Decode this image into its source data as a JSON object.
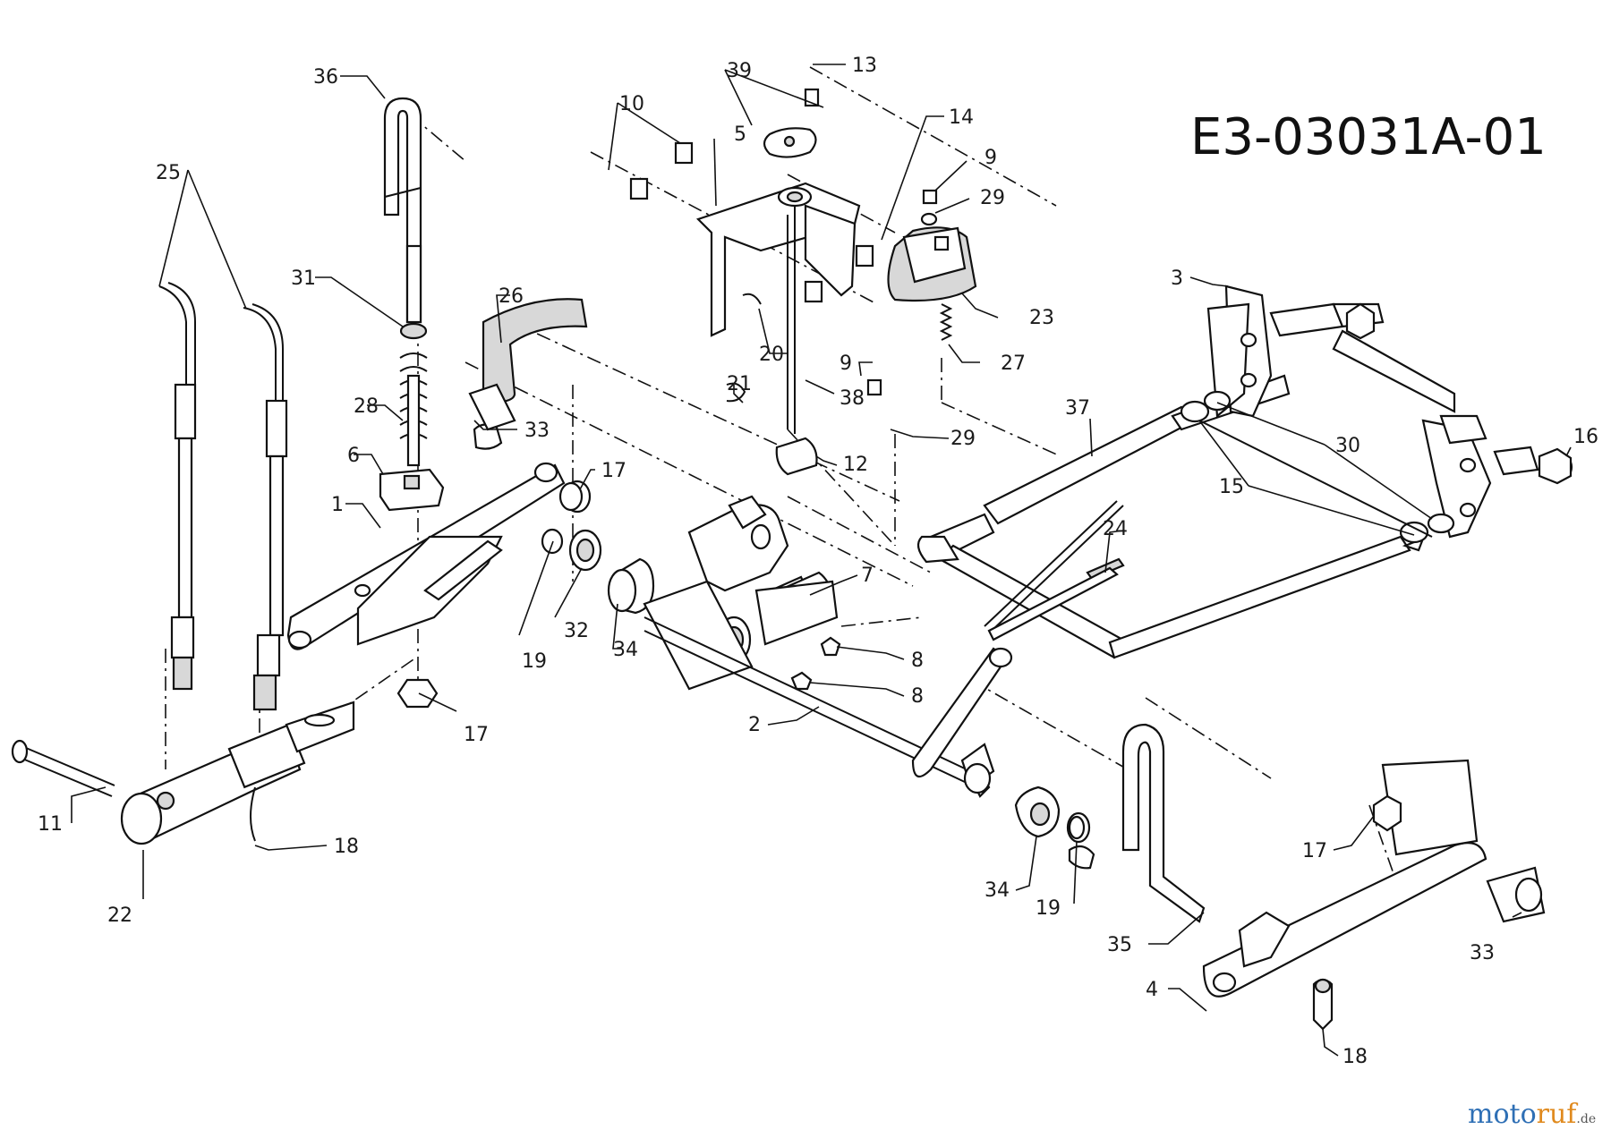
{
  "diagram": {
    "code": "E3-03031A-01",
    "watermark": {
      "part_a": "moto",
      "part_b": "ruf",
      "suffix": ".de"
    },
    "callouts": [
      {
        "id": "c36",
        "text": "36"
      },
      {
        "id": "c25",
        "text": "25"
      },
      {
        "id": "c31",
        "text": "31"
      },
      {
        "id": "c28",
        "text": "28"
      },
      {
        "id": "c6",
        "text": "6"
      },
      {
        "id": "c1",
        "text": "1"
      },
      {
        "id": "c26",
        "text": "26"
      },
      {
        "id": "c33a",
        "text": "33"
      },
      {
        "id": "c17a",
        "text": "17"
      },
      {
        "id": "c19a",
        "text": "19"
      },
      {
        "id": "c32",
        "text": "32"
      },
      {
        "id": "c34a",
        "text": "34"
      },
      {
        "id": "c17b",
        "text": "17"
      },
      {
        "id": "c11",
        "text": "11"
      },
      {
        "id": "c22",
        "text": "22"
      },
      {
        "id": "c18a",
        "text": "18"
      },
      {
        "id": "c10",
        "text": "10"
      },
      {
        "id": "c39",
        "text": "39"
      },
      {
        "id": "c13",
        "text": "13"
      },
      {
        "id": "c5",
        "text": "5"
      },
      {
        "id": "c14",
        "text": "14"
      },
      {
        "id": "c9a",
        "text": "9"
      },
      {
        "id": "c29a",
        "text": "29"
      },
      {
        "id": "c23",
        "text": "23"
      },
      {
        "id": "c27",
        "text": "27"
      },
      {
        "id": "c20",
        "text": "20"
      },
      {
        "id": "c9b",
        "text": "9"
      },
      {
        "id": "c21",
        "text": "21"
      },
      {
        "id": "c38",
        "text": "38"
      },
      {
        "id": "c29b",
        "text": "29"
      },
      {
        "id": "c12",
        "text": "12"
      },
      {
        "id": "c7",
        "text": "7"
      },
      {
        "id": "c8a",
        "text": "8"
      },
      {
        "id": "c8b",
        "text": "8"
      },
      {
        "id": "c2",
        "text": "2"
      },
      {
        "id": "c3",
        "text": "3"
      },
      {
        "id": "c37",
        "text": "37"
      },
      {
        "id": "c30",
        "text": "30"
      },
      {
        "id": "c15",
        "text": "15"
      },
      {
        "id": "c16",
        "text": "16"
      },
      {
        "id": "c24",
        "text": "24"
      },
      {
        "id": "c34b",
        "text": "34"
      },
      {
        "id": "c19b",
        "text": "19"
      },
      {
        "id": "c35",
        "text": "35"
      },
      {
        "id": "c17c",
        "text": "17"
      },
      {
        "id": "c33b",
        "text": "33"
      },
      {
        "id": "c4",
        "text": "4"
      },
      {
        "id": "c18b",
        "text": "18"
      }
    ]
  }
}
